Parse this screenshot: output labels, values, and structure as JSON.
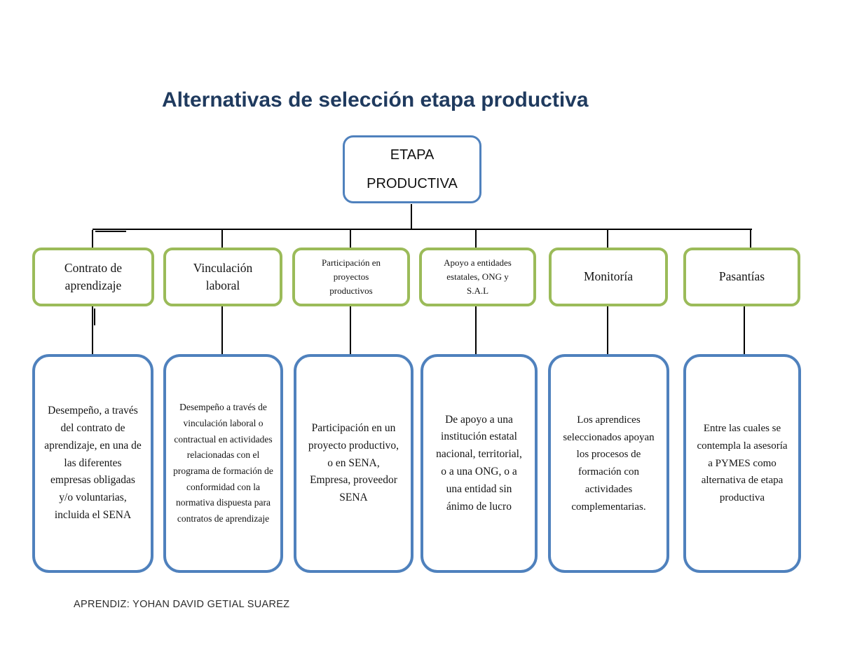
{
  "title": "Alternativas de selección etapa productiva",
  "root": {
    "label": "ETAPA PRODUCTIVA"
  },
  "branches": [
    {
      "label": "Contrato de aprendizaje",
      "description": "Desempeño, a través del contrato de aprendizaje, en una de las diferentes empresas obligadas y/o voluntarias, incluida el SENA"
    },
    {
      "label": "Vinculación laboral",
      "description": "Desempeño a través de vinculación laboral o contractual en actividades relacionadas con el programa de formación de conformidad con la normativa dispuesta para contratos de aprendizaje"
    },
    {
      "label": "Participación en proyectos productivos",
      "description": "Participación en un proyecto productivo, o en SENA, Empresa, proveedor SENA"
    },
    {
      "label": "Apoyo a entidades estatales, ONG y S.A.L",
      "description": "De apoyo a una institución estatal nacional, territorial, o a una ONG, o a una entidad sin ánimo de lucro"
    },
    {
      "label": "Monitoría",
      "description": "Los aprendices seleccionados apoyan los procesos de formación con actividades complementarias."
    },
    {
      "label": "Pasantías",
      "description": "Entre las cuales se contempla la asesoría a PYMES como alternativa de etapa productiva"
    }
  ],
  "footer": {
    "author": "APRENDIZ: YOHAN DAVID GETIAL SUAREZ"
  },
  "colors": {
    "title_text": "#1f3a5e",
    "root_border": "#4f81bd",
    "branch_border": "#9bbb59",
    "description_border": "#4f81bd",
    "connector": "#000000",
    "background": "#ffffff"
  }
}
